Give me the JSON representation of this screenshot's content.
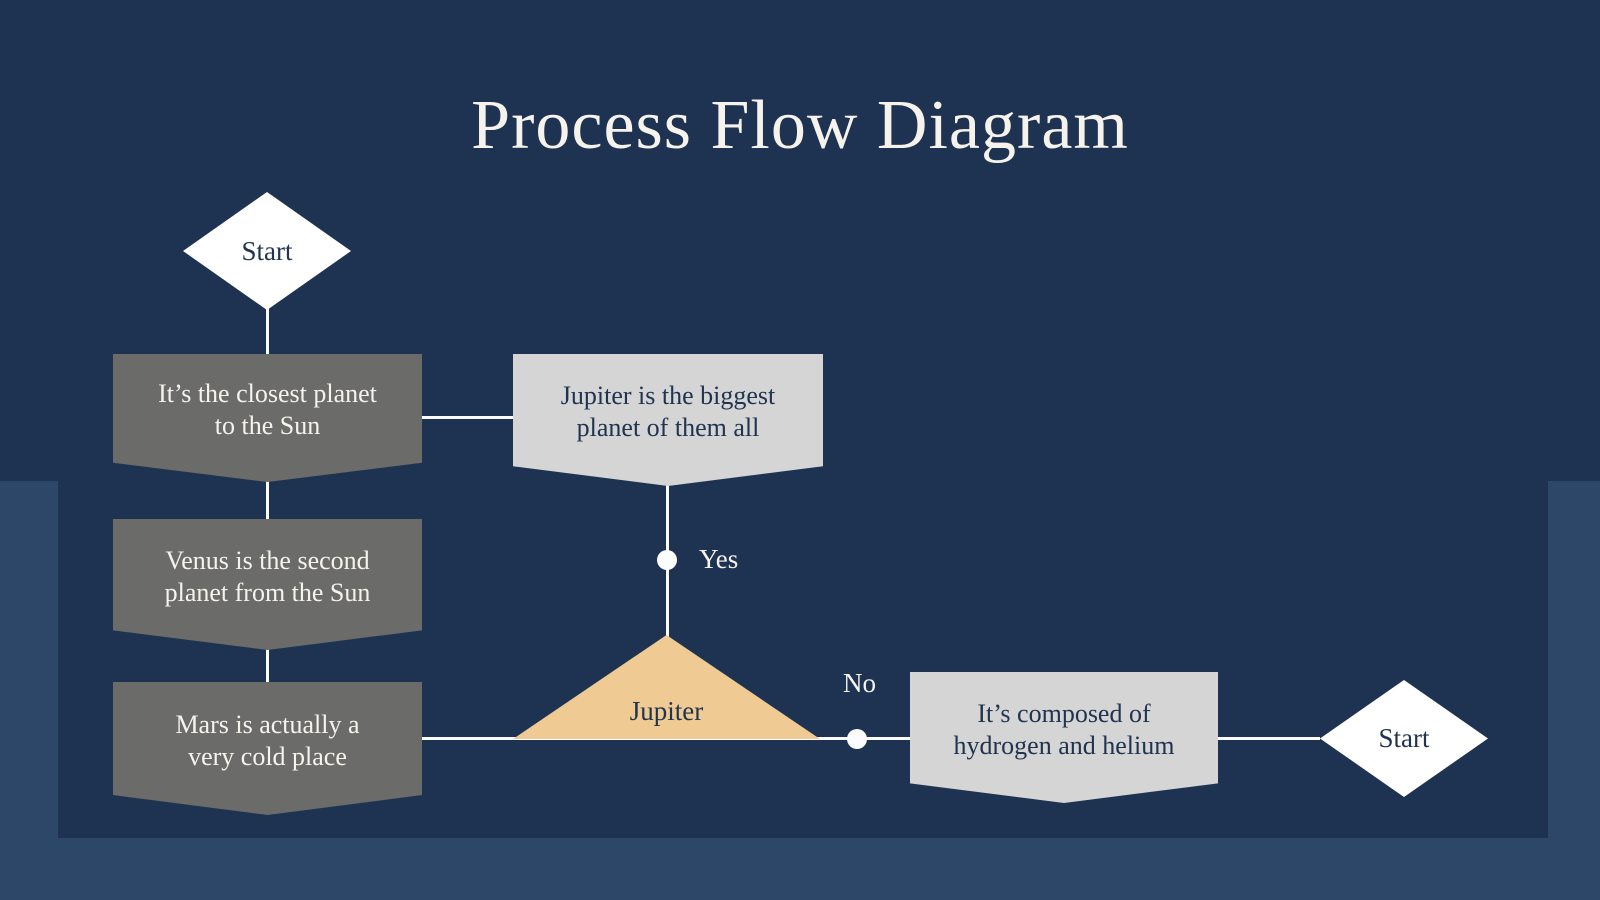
{
  "title": "Process Flow Diagram",
  "colors": {
    "background": "#1E3351",
    "band": "#2C4768",
    "node_dark": "#6B6B69",
    "node_light": "#D5D5D6",
    "triangle": "#EFCB93",
    "connector": "#FCFCFC",
    "text_light": "#F6F3EC",
    "text_dark": "#20344F"
  },
  "nodes": {
    "start_left": {
      "label": "Start"
    },
    "mercury": {
      "lines": [
        "It’s the closest planet",
        "to the Sun"
      ]
    },
    "jupiter_biggest": {
      "lines": [
        "Jupiter is the biggest",
        "planet of them all"
      ]
    },
    "venus": {
      "lines": [
        "Venus is the second",
        "planet from the Sun"
      ]
    },
    "mars": {
      "lines": [
        "Mars is actually a",
        "very cold place"
      ]
    },
    "decision": {
      "label": "Jupiter"
    },
    "composition": {
      "lines": [
        "It’s composed of",
        "hydrogen and helium"
      ]
    },
    "start_right": {
      "label": "Start"
    }
  },
  "connectors": {
    "yes_label": "Yes",
    "no_label": "No"
  }
}
